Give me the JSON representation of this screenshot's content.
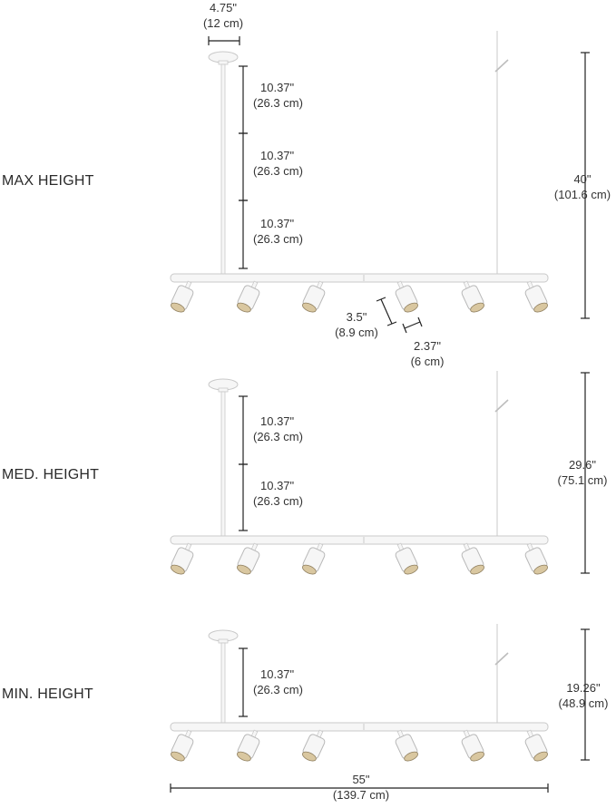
{
  "sections": [
    {
      "label": "MAX HEIGHT",
      "segments": [
        {
          "in": "10.37\"",
          "cm": "(26.3 cm)"
        },
        {
          "in": "10.37\"",
          "cm": "(26.3 cm)"
        },
        {
          "in": "10.37\"",
          "cm": "(26.3 cm)"
        }
      ],
      "overall": {
        "in": "40\"",
        "cm": "(101.6 cm)"
      }
    },
    {
      "label": "MED. HEIGHT",
      "segments": [
        {
          "in": "10.37\"",
          "cm": "(26.3 cm)"
        },
        {
          "in": "10.37\"",
          "cm": "(26.3 cm)"
        }
      ],
      "overall": {
        "in": "29.6\"",
        "cm": "(75.1 cm)"
      }
    },
    {
      "label": "MIN. HEIGHT",
      "segments": [
        {
          "in": "10.37\"",
          "cm": "(26.3 cm)"
        }
      ],
      "overall": {
        "in": "19.26\"",
        "cm": "(48.9 cm)"
      }
    }
  ],
  "canopy": {
    "in": "4.75\"",
    "cm": "(12 cm)"
  },
  "head_length": {
    "in": "3.5\"",
    "cm": "(8.9 cm)"
  },
  "head_diameter": {
    "in": "2.37\"",
    "cm": "(6 cm)"
  },
  "bar_length": {
    "in": "55\"",
    "cm": "(139.7 cm)"
  },
  "colors": {
    "fixture": "#f6f6f6",
    "outline": "#c9c9c9",
    "dim_line": "#222222",
    "bulb": "#d9c7a0"
  }
}
